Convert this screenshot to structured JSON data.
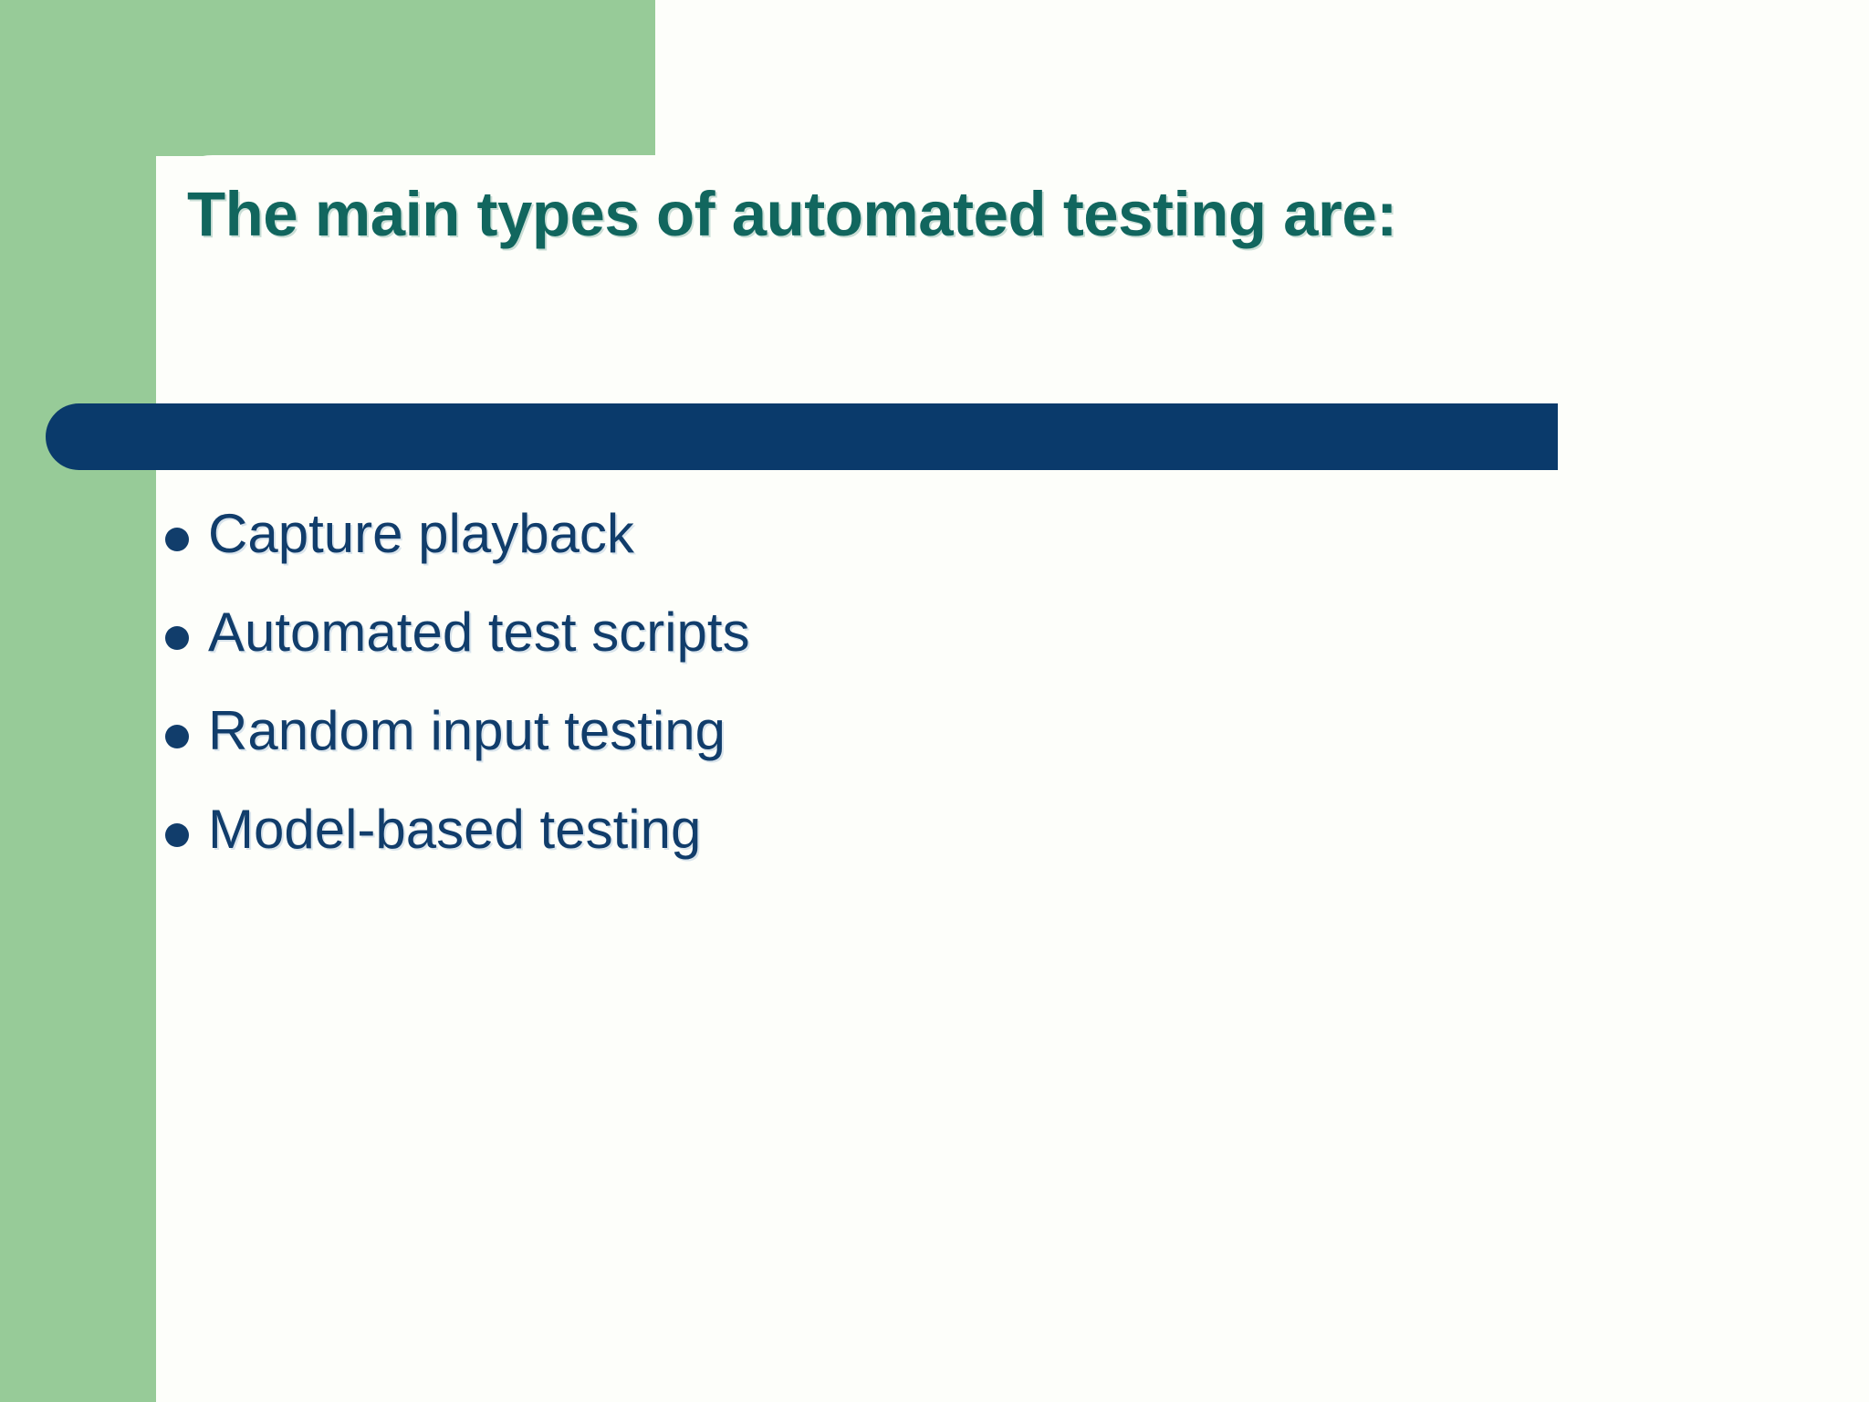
{
  "slide": {
    "title": "The main types of automated testing are:",
    "bullets": [
      {
        "label": "Capture playback"
      },
      {
        "label": "Automated test scripts"
      },
      {
        "label": "Random input testing"
      },
      {
        "label": "Model-based testing"
      }
    ],
    "colors": {
      "background": "#FDFEFA",
      "green_panel": "#97CB98",
      "title_teal": "#11665E",
      "accent_navy": "#0A3A6B",
      "bullet_navy": "#113D6B"
    }
  }
}
